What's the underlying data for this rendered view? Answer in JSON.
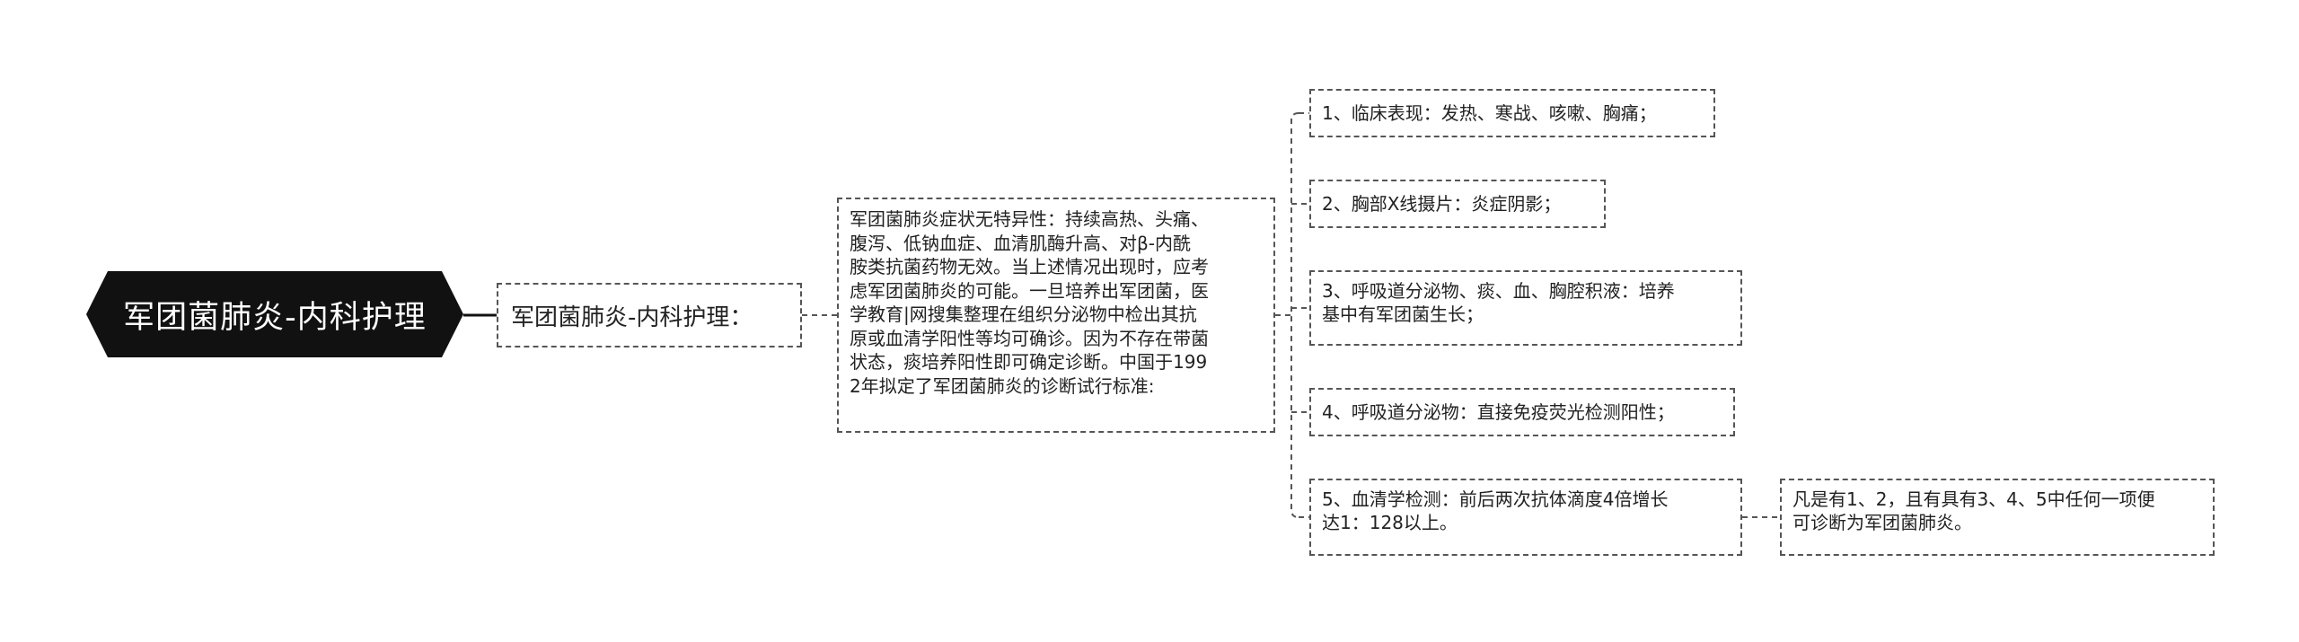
{
  "root": {
    "label": "军团菌肺炎-内科护理"
  },
  "level1": {
    "label": "军团菌肺炎-内科护理："
  },
  "level2": {
    "text": "军团菌肺炎症状无特异性：持续高热、头痛、\n腹泻、低钠血症、血清肌酶升高、对β-内酰\n胺类抗菌药物无效。当上述情况出现时，应考\n虑军团菌肺炎的可能。一旦培养出军团菌，医\n学教育|网搜集整理在组织分泌物中检出其抗\n原或血清学阳性等均可确诊。因为不存在带菌\n状态，痰培养阳性即可确定诊断。中国于199\n2年拟定了军团菌肺炎的诊断试行标准:"
  },
  "criteria": [
    {
      "text": "1、临床表现：发热、寒战、咳嗽、胸痛；"
    },
    {
      "text": "2、胸部X线摄片：炎症阴影；"
    },
    {
      "text": "3、呼吸道分泌物、痰、血、胸腔积液：培养\n基中有军团菌生长；"
    },
    {
      "text": "4、呼吸道分泌物：直接免疫荧光检测阳性；"
    },
    {
      "text": "5、血清学检测：前后两次抗体滴度4倍增长\n达1：128以上。"
    }
  ],
  "conclusion": {
    "text": "凡是有1、2，且有具有3、4、5中任何一项便\n可诊断为军团菌肺炎。"
  }
}
